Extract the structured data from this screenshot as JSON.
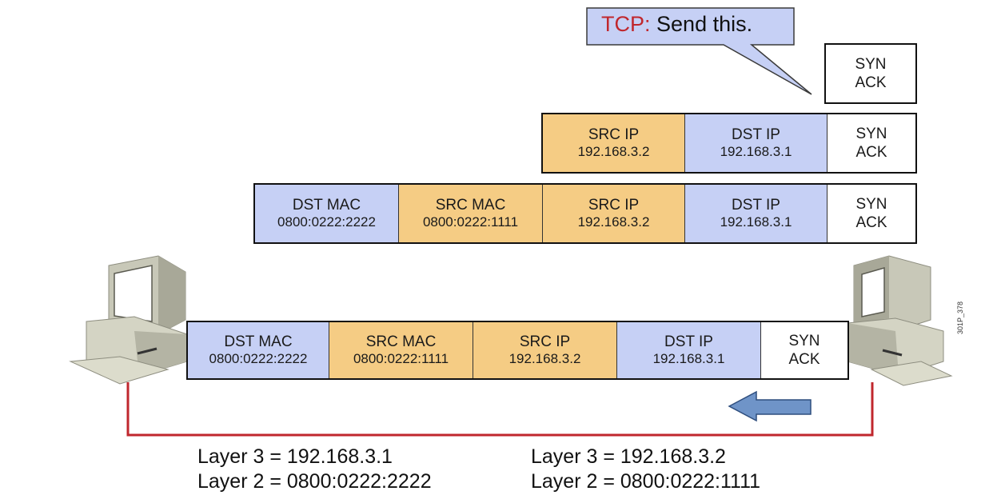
{
  "callout": {
    "protocol": "TCP:",
    "message": "Send this."
  },
  "segment": {
    "flags": [
      "SYN",
      "ACK"
    ]
  },
  "packet": {
    "src_ip": {
      "label": "SRC IP",
      "value": "192.168.3.2"
    },
    "dst_ip": {
      "label": "DST IP",
      "value": "192.168.3.1"
    },
    "flags": [
      "SYN",
      "ACK"
    ]
  },
  "frame": {
    "dst_mac": {
      "label": "DST MAC",
      "value": "0800:0222:2222"
    },
    "src_mac": {
      "label": "SRC MAC",
      "value": "0800:0222:1111"
    },
    "src_ip": {
      "label": "SRC IP",
      "value": "192.168.3.2"
    },
    "dst_ip": {
      "label": "DST IP",
      "value": "192.168.3.1"
    },
    "flags": [
      "SYN",
      "ACK"
    ]
  },
  "wire_frame": {
    "dst_mac": {
      "label": "DST MAC",
      "value": "0800:0222:2222"
    },
    "src_mac": {
      "label": "SRC MAC",
      "value": "0800:0222:1111"
    },
    "src_ip": {
      "label": "SRC IP",
      "value": "192.168.3.2"
    },
    "dst_ip": {
      "label": "DST IP",
      "value": "192.168.3.1"
    },
    "flags": [
      "SYN",
      "ACK"
    ]
  },
  "hosts": {
    "left": {
      "layer3": "Layer 3 = 192.168.3.1",
      "layer2": "Layer 2 = 0800:0222:2222"
    },
    "right": {
      "layer3": "Layer 3 = 192.168.3.2",
      "layer2": "Layer 2 = 0800:0222:1111"
    }
  },
  "figure_id": "301P_378",
  "colors": {
    "header_blue": "#c6d0f5",
    "header_orange": "#f5cc84",
    "link_red": "#c0272d",
    "arrow_blue": "#6f94c8",
    "tcp_red": "#c0272d"
  }
}
